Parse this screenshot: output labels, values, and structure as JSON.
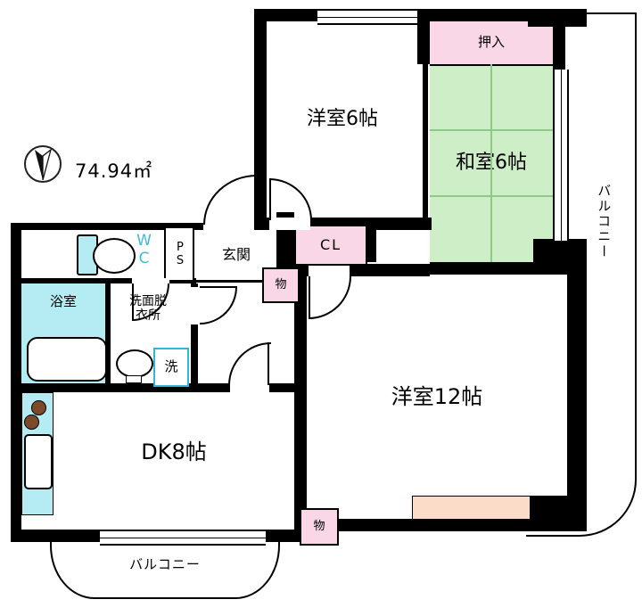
{
  "meta": {
    "area_text": "74.94㎡",
    "compass": "north-arrow"
  },
  "rooms": {
    "western6": "洋室6帖",
    "japanese6": "和室6帖",
    "oshiire": "押入",
    "closet_cl": "CL",
    "entrance": "玄関",
    "wc": "WC",
    "pipe_space": "PS",
    "bathroom": "浴室",
    "washroom": "洗面脱衣所",
    "laundry": "洗",
    "dining_kitchen": "DK8帖",
    "western12": "洋室12帖",
    "storage_hall": "物",
    "storage_south": "物",
    "balcony_east": "バルコニー",
    "balcony_south": "バルコニー"
  },
  "colors": {
    "wall": "#000000",
    "tatami_green": "#cdeec6",
    "tatami_line": "#8ccb84",
    "closet_pink": "#fad7e6",
    "water_cyan": "#b5ebf3",
    "window_peach": "#fbdcc9",
    "wc_text": "#3fbcd4",
    "burner_brown": "#7c4a28",
    "laundry_border": "#2fb6d8"
  }
}
